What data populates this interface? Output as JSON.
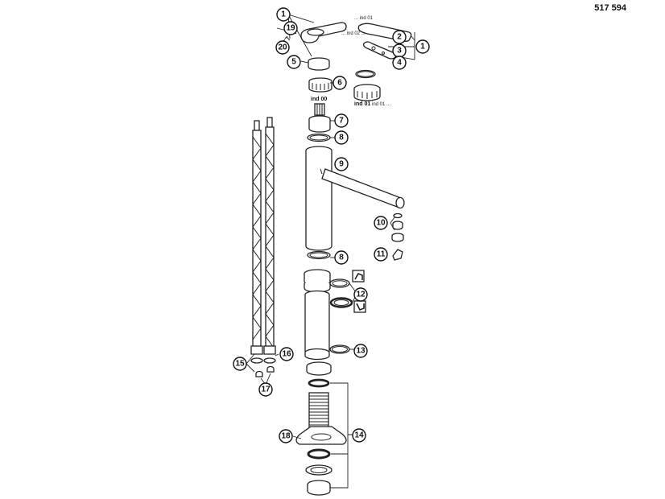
{
  "document_number": "517 594",
  "revision_labels": {
    "ind00": "ind 00",
    "ind01": "ind 01",
    "ind01_small": "... ind 01",
    "ind02_small": "... ind 02 ...",
    "ind01_dots": "ind 01 ..."
  },
  "callouts": {
    "c1a": "1",
    "c19": "19",
    "c20": "20",
    "c5": "5",
    "c6": "6",
    "c2": "2",
    "c1b": "1",
    "c3": "3",
    "c4": "4",
    "c7": "7",
    "c8a": "8",
    "c9": "9",
    "c10": "10",
    "c11": "11",
    "c8b": "8",
    "c12": "12",
    "c13": "13",
    "c14": "14",
    "c15": "15",
    "c16": "16",
    "c17": "17",
    "c18": "18"
  }
}
